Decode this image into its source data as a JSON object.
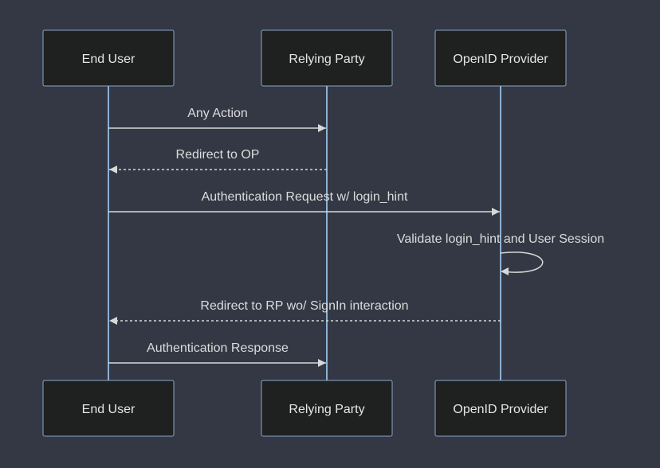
{
  "diagram": {
    "type": "sequence",
    "colors": {
      "background": "#333844",
      "actor_fill": "#1f2020",
      "actor_border": "#89a9c9",
      "lifeline": "#8db1d3",
      "message": "#d8d8d8",
      "text": "#e6e6e6"
    },
    "actors": [
      {
        "id": "eu",
        "label": "End User"
      },
      {
        "id": "rp",
        "label": "Relying Party"
      },
      {
        "id": "op",
        "label": "OpenID Provider"
      }
    ],
    "messages": [
      {
        "from": "eu",
        "to": "rp",
        "label": "Any Action",
        "style": "solid"
      },
      {
        "from": "rp",
        "to": "eu",
        "label": "Redirect to OP",
        "style": "dashed"
      },
      {
        "from": "eu",
        "to": "op",
        "label": "Authentication Request w/ login_hint",
        "style": "solid"
      },
      {
        "from": "op",
        "to": "op",
        "label": "Validate login_hint and User Session",
        "style": "solid"
      },
      {
        "from": "op",
        "to": "eu",
        "label": "Redirect to RP wo/ SignIn interaction",
        "style": "dashed"
      },
      {
        "from": "eu",
        "to": "rp",
        "label": "Authentication Response",
        "style": "solid"
      }
    ]
  }
}
